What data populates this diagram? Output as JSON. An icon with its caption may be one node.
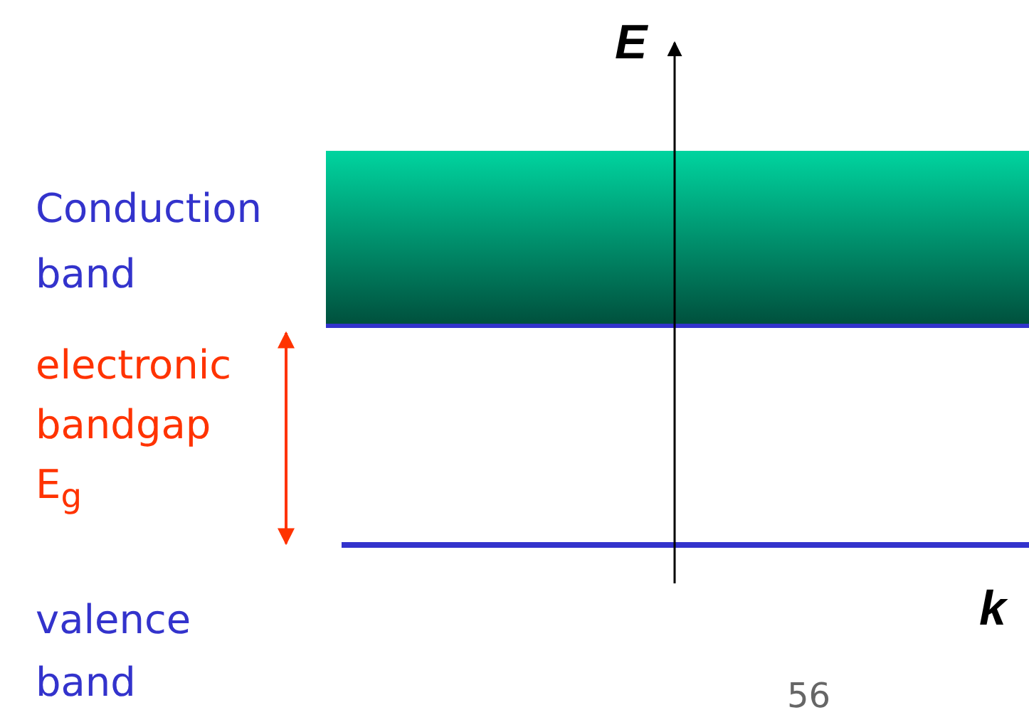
{
  "diagram": {
    "labels": [
      "E",
      "Conduction band",
      "electronic bandgap E$_{g}$",
      "valence band",
      "k",
      "56"
    ]
  }
}
